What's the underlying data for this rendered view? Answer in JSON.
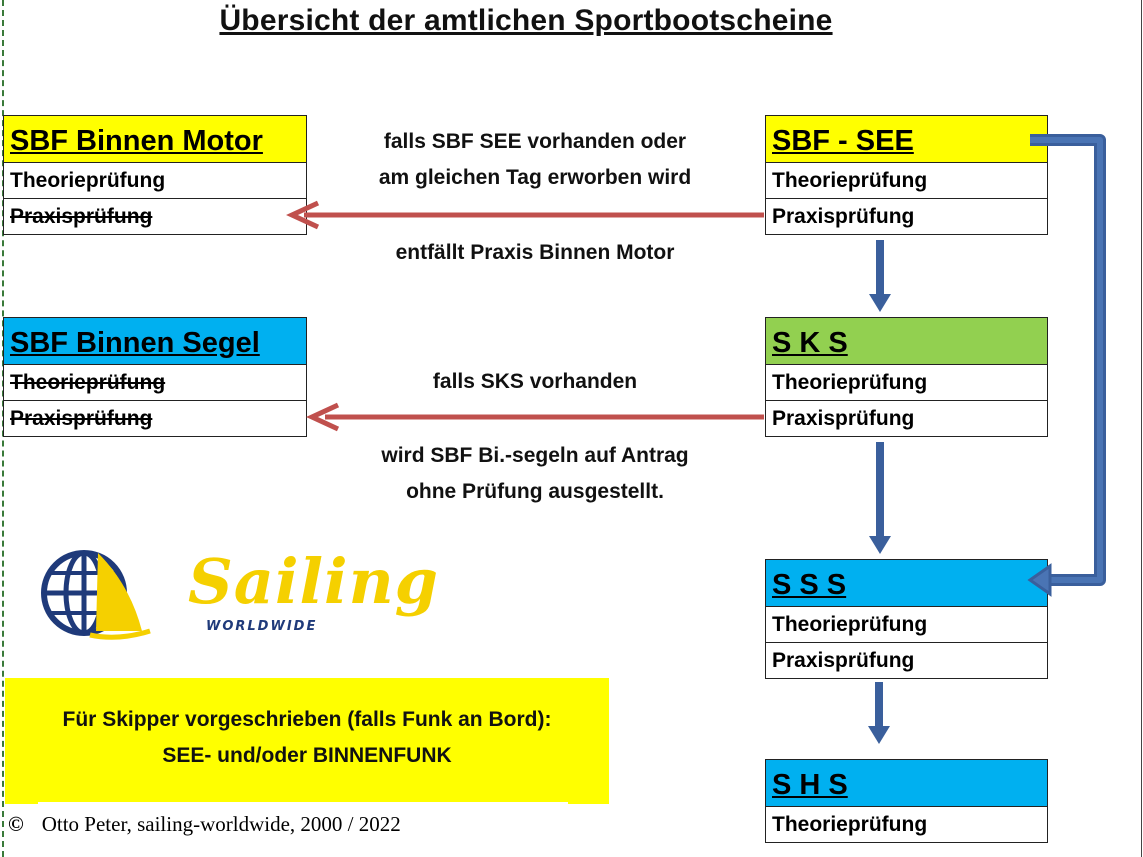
{
  "title": "Übersicht der amtlichen Sportbootscheine",
  "boxes": {
    "sbf_binnen_motor": {
      "title": "SBF Binnen Motor",
      "rows": [
        "Theorieprüfung",
        "Praxisprüfung"
      ],
      "color": "#ffff00"
    },
    "sbf_binnen_segel": {
      "title": "SBF Binnen Segel",
      "rows": [
        "Theorieprüfung",
        "Praxisprüfung"
      ],
      "color": "#00b0f0"
    },
    "sbf_see": {
      "title": "SBF - SEE",
      "rows": [
        "Theorieprüfung",
        "Praxisprüfung"
      ],
      "color": "#ffff00"
    },
    "sks": {
      "title": "S K S",
      "rows": [
        "Theorieprüfung",
        "Praxisprüfung"
      ],
      "color": "#92d050"
    },
    "sss": {
      "title": "S S S",
      "rows": [
        "Theorieprüfung",
        "Praxisprüfung"
      ],
      "color": "#00b0f0"
    },
    "shs": {
      "title": "S H S",
      "rows": [
        "Theorieprüfung"
      ],
      "color": "#00b0f0"
    }
  },
  "notes": {
    "motor_top": [
      "falls SBF SEE vorhanden oder",
      "am gleichen Tag erworben wird"
    ],
    "motor_bottom": "entfällt Praxis Binnen Motor",
    "segel_top": "falls SKS vorhanden",
    "segel_bottom": [
      "wird SBF Bi.-segeln auf Antrag",
      "ohne Prüfung ausgestellt."
    ]
  },
  "logo": {
    "name": "Sailing",
    "sub": "WORLDWIDE"
  },
  "notice": {
    "line1": "Für Skipper vorgeschrieben (falls Funk an Bord):",
    "line2": "SEE- und/oder BINNENFUNK"
  },
  "copyright": {
    "symbol": "©",
    "text": "Otto Peter,  sailing-worldwide,  2000 / 2022"
  },
  "colors": {
    "red_arrow": "#c0504d",
    "blue_arrow": "#3a5f9c",
    "blue_arrow_fill": "#4a74b4"
  },
  "icons": {
    "logo_mark": "globe-sail-icon"
  }
}
